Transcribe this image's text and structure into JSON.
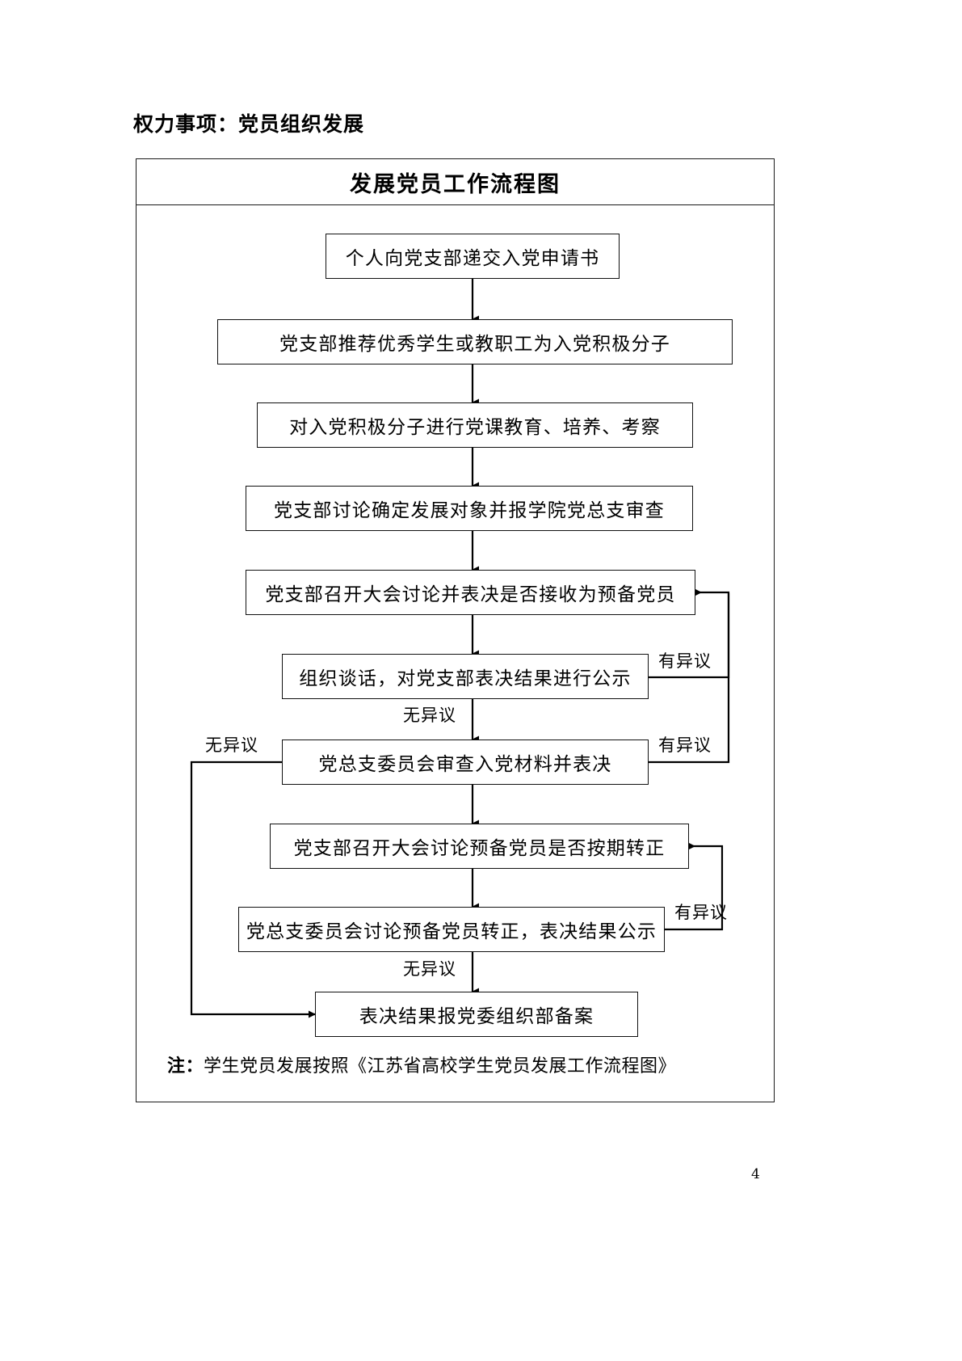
{
  "document": {
    "heading": "权力事项：党员组织发展",
    "page_number": "4"
  },
  "chart": {
    "title": "发展党员工作流程图",
    "note_label": "注：",
    "note_text": "学生党员发展按照《江苏省高校学生党员发展工作流程图》"
  },
  "chart_data": {
    "type": "diagram",
    "title": "发展党员工作流程图",
    "nodes": [
      {
        "id": "n1",
        "label": "个人向党支部递交入党申请书"
      },
      {
        "id": "n2",
        "label": "党支部推荐优秀学生或教职工为入党积极分子"
      },
      {
        "id": "n3",
        "label": "对入党积极分子进行党课教育、培养、考察"
      },
      {
        "id": "n4",
        "label": "党支部讨论确定发展对象并报学院党总支审查"
      },
      {
        "id": "n5",
        "label": "党支部召开大会讨论并表决是否接收为预备党员"
      },
      {
        "id": "n6",
        "label": "组织谈话，对党支部表决结果进行公示"
      },
      {
        "id": "n7",
        "label": "党总支委员会审查入党材料并表决"
      },
      {
        "id": "n8",
        "label": "党支部召开大会讨论预备党员是否按期转正"
      },
      {
        "id": "n9",
        "label": "党总支委员会讨论预备党员转正，表决结果公示"
      },
      {
        "id": "n10",
        "label": "表决结果报党委组织部备案"
      }
    ],
    "edges": [
      {
        "from": "n1",
        "to": "n2",
        "label": ""
      },
      {
        "from": "n2",
        "to": "n3",
        "label": ""
      },
      {
        "from": "n3",
        "to": "n4",
        "label": ""
      },
      {
        "from": "n4",
        "to": "n5",
        "label": ""
      },
      {
        "from": "n5",
        "to": "n6",
        "label": ""
      },
      {
        "from": "n6",
        "to": "n7",
        "label": "无异议"
      },
      {
        "from": "n6",
        "to": "n5",
        "label": "有异议"
      },
      {
        "from": "n7",
        "to": "n8",
        "label": ""
      },
      {
        "from": "n7",
        "to": "n5",
        "label": "有异议"
      },
      {
        "from": "n7",
        "to": "n10",
        "label": "无异议"
      },
      {
        "from": "n8",
        "to": "n9",
        "label": ""
      },
      {
        "from": "n9",
        "to": "n10",
        "label": "无异议"
      },
      {
        "from": "n9",
        "to": "n8",
        "label": "有异议"
      }
    ],
    "edge_labels": {
      "l1": "有异议",
      "l2": "无异议",
      "l3": "无异议",
      "l4": "有异议",
      "l5": "有异议",
      "l6": "无异议"
    }
  }
}
